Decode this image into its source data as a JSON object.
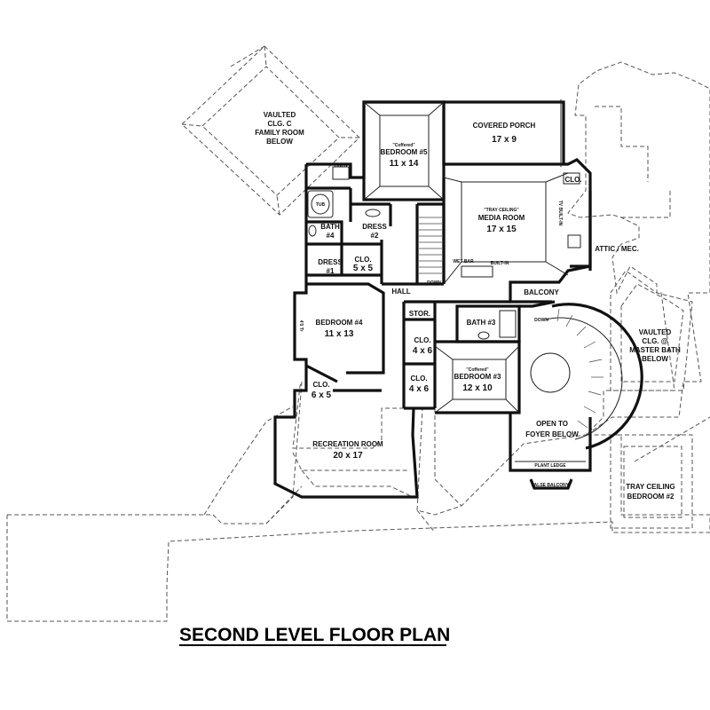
{
  "title": "SECOND LEVEL FLOOR PLAN",
  "rooms": {
    "vaulted_family": [
      "VAULTED",
      "CLG. C",
      "FAMILY ROOM",
      "BELOW"
    ],
    "bedroom5": {
      "note": "\"Coffered\"",
      "name": "BEDROOM #5",
      "size": "11 x 14"
    },
    "covered_porch": {
      "name": "COVERED PORCH",
      "size": "17 x 9"
    },
    "media_room": {
      "note": "\"TRAY CEILING\"",
      "name": "MEDIA ROOM",
      "size": "17 x 15"
    },
    "tub": "TUB",
    "linen": "LINEN",
    "bath4": {
      "name": "BATH",
      "num": "#4"
    },
    "dress2": {
      "name": "DRESS",
      "num": "#2"
    },
    "clo_5x5": {
      "name": "CLO.",
      "size": "5 x 5"
    },
    "dress1": {
      "name": "DRESS",
      "num": "#1"
    },
    "clo_top_right": "CLO.",
    "tv_built_in": "TV BUILT-IN",
    "attic": "ATTIC / MEC.",
    "wet_bar": "WET BAR",
    "built_in": "BUILT-IN",
    "down": "DOWN",
    "hall": "HALL",
    "balcony": "BALCONY",
    "down2": "DOWN",
    "stor": "STOR.",
    "bath3": "BATH #3",
    "vaulted_master": [
      "VAULTED",
      "CLG. @",
      "MASTER BATH",
      "BELOW"
    ],
    "bedroom4": {
      "name": "BEDROOM #4",
      "size": "11 x 13"
    },
    "clo_4x6a": {
      "name": "CLO.",
      "size": "4 x 6"
    },
    "bedroom3": {
      "note": "\"Coffered\"",
      "name": "BEDROOM #3",
      "size": "12 x 10"
    },
    "clo_4x6b": {
      "name": "CLO.",
      "size": "4 x 6"
    },
    "clo_6x5": {
      "name": "CLO.",
      "size": "6 x 5"
    },
    "open_foyer": [
      "OPEN TO",
      "FOYER BELOW"
    ],
    "recreation": {
      "name": "RECREATION ROOM",
      "size": "20 x 17"
    },
    "plant_ledge": "PLANT LEDGE",
    "false_balcony": "FALSE BALCONY",
    "tray_bedroom2": [
      "TRAY CEILING",
      "BEDROOM #2"
    ],
    "window_label": "4'0 Tr"
  }
}
